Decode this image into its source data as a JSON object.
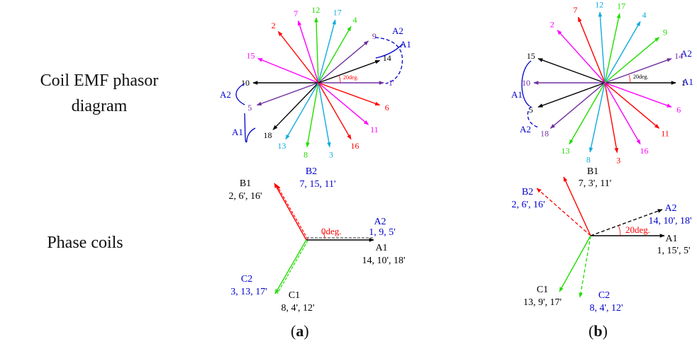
{
  "row_labels": {
    "emf_line1": "Coil EMF phasor",
    "emf_line2": "diagram",
    "phase_coils": "Phase coils"
  },
  "panel_labels": {
    "a_open": "(",
    "a_letter": "a",
    "a_close": ")",
    "b_open": "(",
    "b_letter": "b",
    "b_close": ")"
  },
  "colors": {
    "red": "#ff0000",
    "magenta": "#ff00ff",
    "green": "#22dd00",
    "cyan": "#11aadd",
    "purple": "#7030a0",
    "black": "#000000",
    "blue": "#0000cc"
  },
  "phasor_a": {
    "angle_label": "20deg.",
    "coils": [
      {
        "label": "1'",
        "deg": 0,
        "color": "purple"
      },
      {
        "label": "9",
        "deg": 40,
        "color": "purple"
      },
      {
        "label": "4",
        "deg": 60,
        "color": "green"
      },
      {
        "label": "17",
        "deg": 75,
        "color": "cyan"
      },
      {
        "label": "12",
        "deg": 92,
        "color": "green"
      },
      {
        "label": "7",
        "deg": 108,
        "color": "magenta"
      },
      {
        "label": "2",
        "deg": 128,
        "color": "red"
      },
      {
        "label": "15",
        "deg": 158,
        "color": "magenta"
      },
      {
        "label": "10",
        "deg": 180,
        "color": "black"
      },
      {
        "label": "5",
        "deg": 200,
        "color": "purple"
      },
      {
        "label": "18",
        "deg": 226,
        "color": "black"
      },
      {
        "label": "13",
        "deg": 240,
        "color": "cyan"
      },
      {
        "label": "8",
        "deg": 260,
        "color": "green"
      },
      {
        "label": "3",
        "deg": 280,
        "color": "cyan"
      },
      {
        "label": "16",
        "deg": 300,
        "color": "red"
      },
      {
        "label": "11",
        "deg": 320,
        "color": "magenta"
      },
      {
        "label": "6",
        "deg": 340,
        "color": "red"
      },
      {
        "label": "14",
        "deg": 20,
        "color": "black"
      }
    ],
    "a1_right": "A1",
    "a2_right": "A2",
    "a1_left": "A1",
    "a2_left": "A2"
  },
  "phasor_b": {
    "angle_label": "20deg.",
    "coils": [
      {
        "label": "1",
        "deg": 0,
        "color": "black"
      },
      {
        "label": "14",
        "deg": 20,
        "color": "purple"
      },
      {
        "label": "9",
        "deg": 40,
        "color": "green"
      },
      {
        "label": "4",
        "deg": 60,
        "color": "cyan"
      },
      {
        "label": "17",
        "deg": 78,
        "color": "green"
      },
      {
        "label": "12",
        "deg": 94,
        "color": "cyan"
      },
      {
        "label": "7",
        "deg": 112,
        "color": "red"
      },
      {
        "label": "2",
        "deg": 132,
        "color": "magenta"
      },
      {
        "label": "15",
        "deg": 160,
        "color": "black"
      },
      {
        "label": "10",
        "deg": 180,
        "color": "purple"
      },
      {
        "label": "5",
        "deg": 200,
        "color": "black"
      },
      {
        "label": "18",
        "deg": 220,
        "color": "purple"
      },
      {
        "label": "13",
        "deg": 240,
        "color": "green"
      },
      {
        "label": "8",
        "deg": 258,
        "color": "cyan"
      },
      {
        "label": "3",
        "deg": 280,
        "color": "red"
      },
      {
        "label": "16",
        "deg": 300,
        "color": "magenta"
      },
      {
        "label": "11",
        "deg": 320,
        "color": "red"
      },
      {
        "label": "6",
        "deg": 340,
        "color": "magenta"
      }
    ],
    "a1_right": "A1",
    "a2_right": "A2",
    "a1_left": "A1",
    "a2_left": "A2"
  },
  "phase_a": {
    "angle_label": "0deg.",
    "B1_title": "B1",
    "B1_coils": "2, 6', 16'",
    "B2_title": "B2",
    "B2_coils": "7, 15, 11'",
    "A2_title": "A2",
    "A2_coils": "1, 9, 5'",
    "A1_title": "A1",
    "A1_coils": "14, 10', 18'",
    "C2_title": "C2",
    "C2_coils": "3, 13, 17'",
    "C1_title": "C1",
    "C1_coils": "8, 4', 12'"
  },
  "phase_b": {
    "angle_label": "20deg.",
    "B1_title": "B1",
    "B1_coils": "7, 3', 11'",
    "B2_title": "B2",
    "B2_coils": "2, 6', 16'",
    "A2_title": "A2",
    "A2_coils": "14, 10', 18'",
    "A1_title": "A1",
    "A1_coils": "1, 15', 5'",
    "C1_title": "C1",
    "C1_coils": "13, 9', 17'",
    "C2_title": "C2",
    "C2_coils": "8, 4', 12'"
  }
}
